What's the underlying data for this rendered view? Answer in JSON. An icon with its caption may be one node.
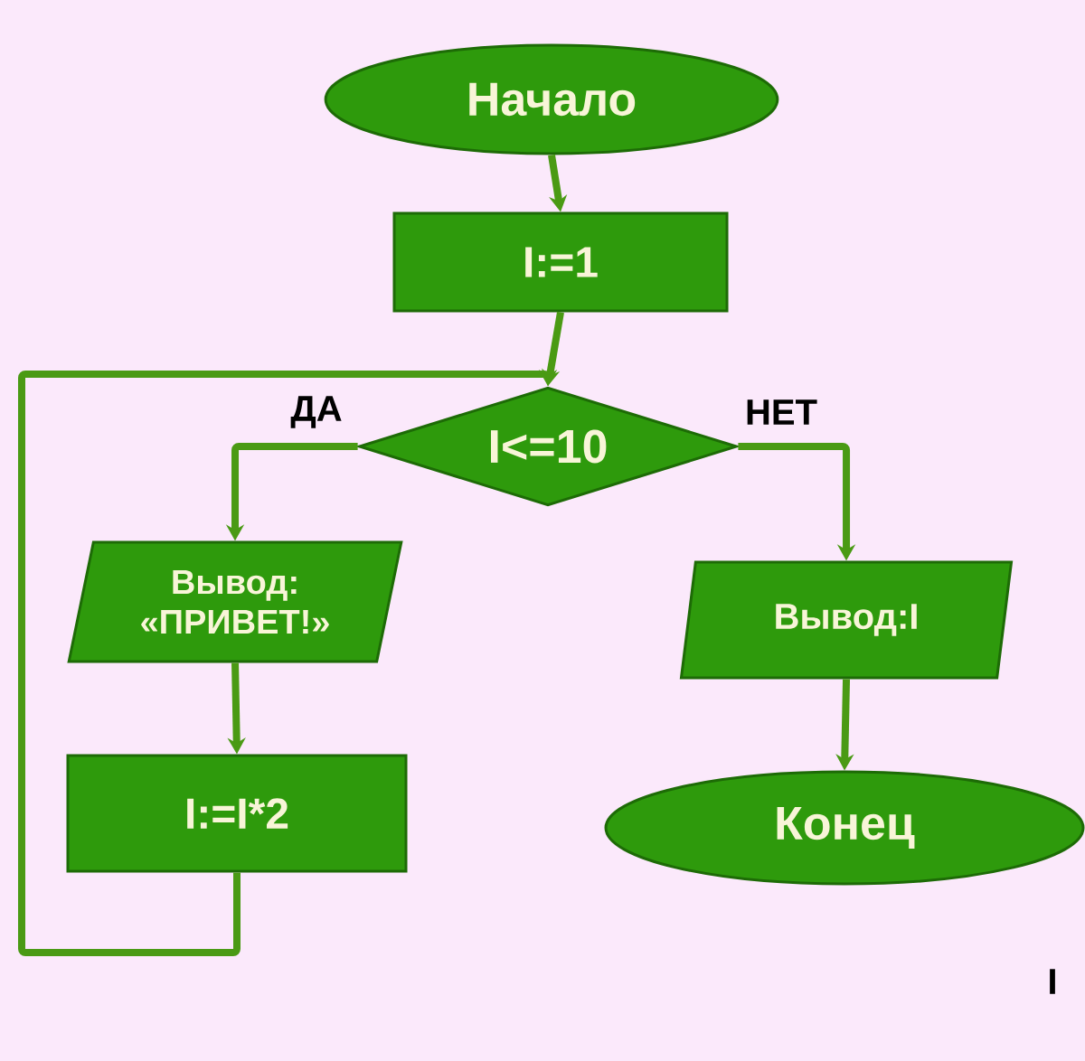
{
  "diagram": {
    "nodes": [
      {
        "text": [
          "Начало"
        ]
      },
      {
        "text": [
          "I:=1"
        ]
      },
      {
        "text": [
          "I<=10"
        ]
      },
      {
        "text": [
          "Вывод: «ПРИВЕТ!»"
        ]
      },
      {
        "text": [
          "I:=I*2"
        ]
      },
      {
        "text": [
          "Вывод:I"
        ]
      },
      {
        "text": [
          "Конец"
        ]
      }
    ],
    "edges": [
      {
        "from": 0,
        "to": 1,
        "arrow": "to"
      },
      {
        "from": 1,
        "to": 2,
        "arrow": "to"
      },
      {
        "from": 2,
        "to": 3,
        "arrow": "to",
        "label": "ДА"
      },
      {
        "from": 2,
        "to": 5,
        "arrow": "to",
        "label": "НЕТ"
      },
      {
        "from": 3,
        "to": 4,
        "arrow": "to"
      },
      {
        "from": 4,
        "to": 2,
        "arrow": "to"
      },
      {
        "from": 5,
        "to": 6,
        "arrow": "to"
      }
    ],
    "labels": [
      "I"
    ]
  }
}
